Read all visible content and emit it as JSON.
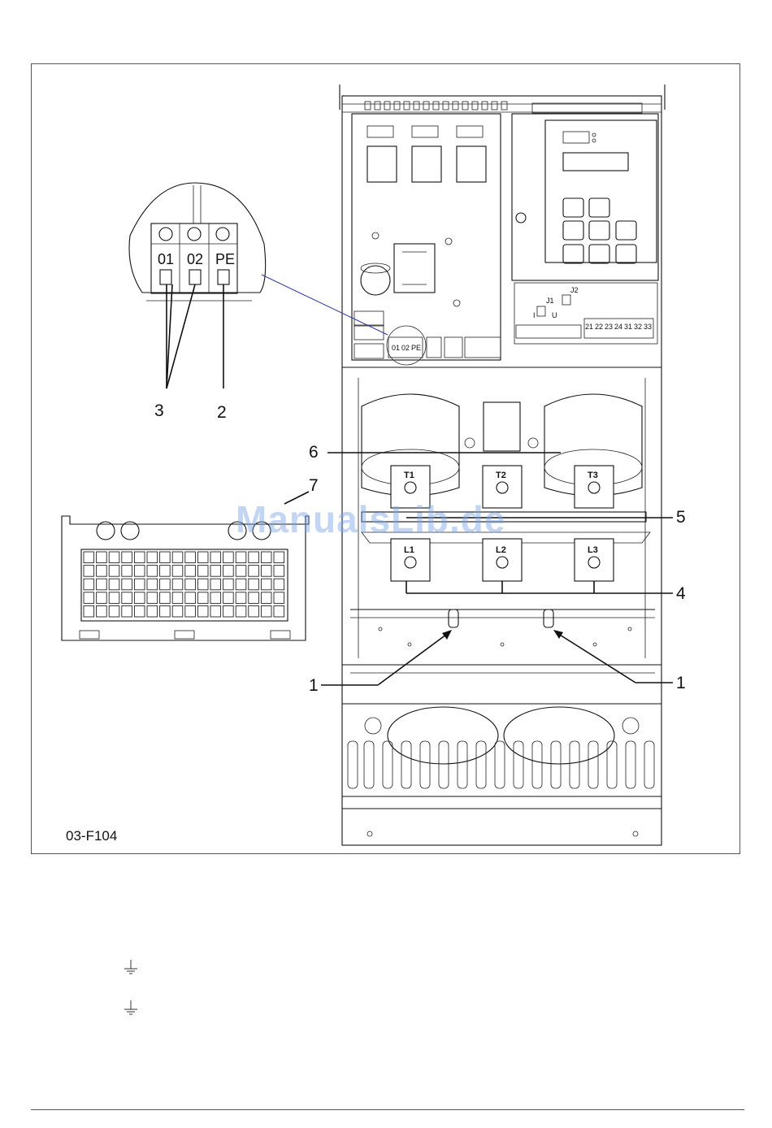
{
  "figure_id": "03-F104",
  "watermark": "ManualsLib.de",
  "colors": {
    "line": "#111111",
    "leader_blue": "#2a3a9a",
    "watermark": "#78a5e6"
  },
  "callouts": {
    "c1_left": "1",
    "c1_right": "1",
    "c2": "2",
    "c3": "3",
    "c4": "4",
    "c5": "5",
    "c6": "6",
    "c7": "7"
  },
  "zoom_terminals": [
    "01",
    "02",
    "PE"
  ],
  "motor_terminals": [
    "T1",
    "T2",
    "T3"
  ],
  "mains_terminals": [
    "L1",
    "L2",
    "L3"
  ],
  "jumper_labels": {
    "j1": "J1",
    "j2": "J2",
    "i": "I",
    "u": "U"
  },
  "control_terminals": [
    "21",
    "22",
    "23",
    "24",
    "31",
    "32",
    "33"
  ],
  "icons": {
    "ground_1": "ground-icon",
    "ground_2": "ground-icon"
  }
}
